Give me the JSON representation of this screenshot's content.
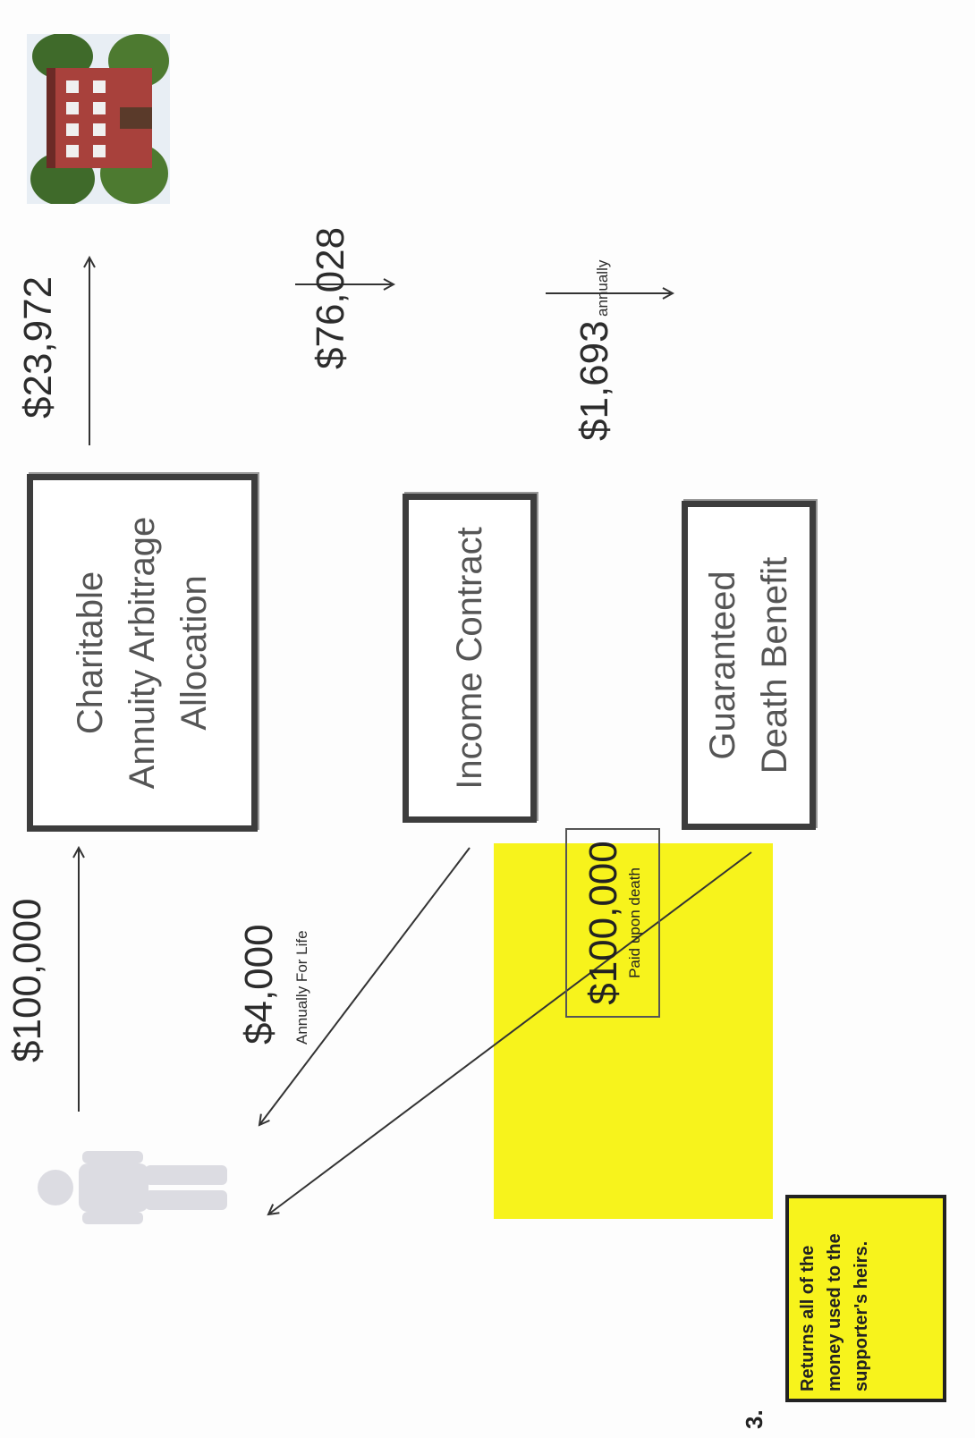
{
  "step_number": "3.",
  "boxes": {
    "allocation": "Charitable\nAnnuity Arbitrage\nAllocation",
    "income_contract": "Income Contract",
    "death_benefit": "Guaranteed\nDeath Benefit"
  },
  "flows": {
    "donation": "$100,000",
    "to_charity": "$23,972",
    "to_income_contract": "$76,028",
    "premium": "$1,693",
    "premium_frequency": "annually",
    "income": "$4,000",
    "income_frequency": "Annually For Life",
    "death_benefit_amount": "$100,000",
    "death_benefit_note": "Paid upon death"
  },
  "note": "Returns all of the money used to the supporter's heirs.",
  "icons": {
    "supporter": "person-icon",
    "charity": "building-icon"
  },
  "colors": {
    "highlight": "#f7f31c",
    "box_border": "#3d3d3d"
  }
}
